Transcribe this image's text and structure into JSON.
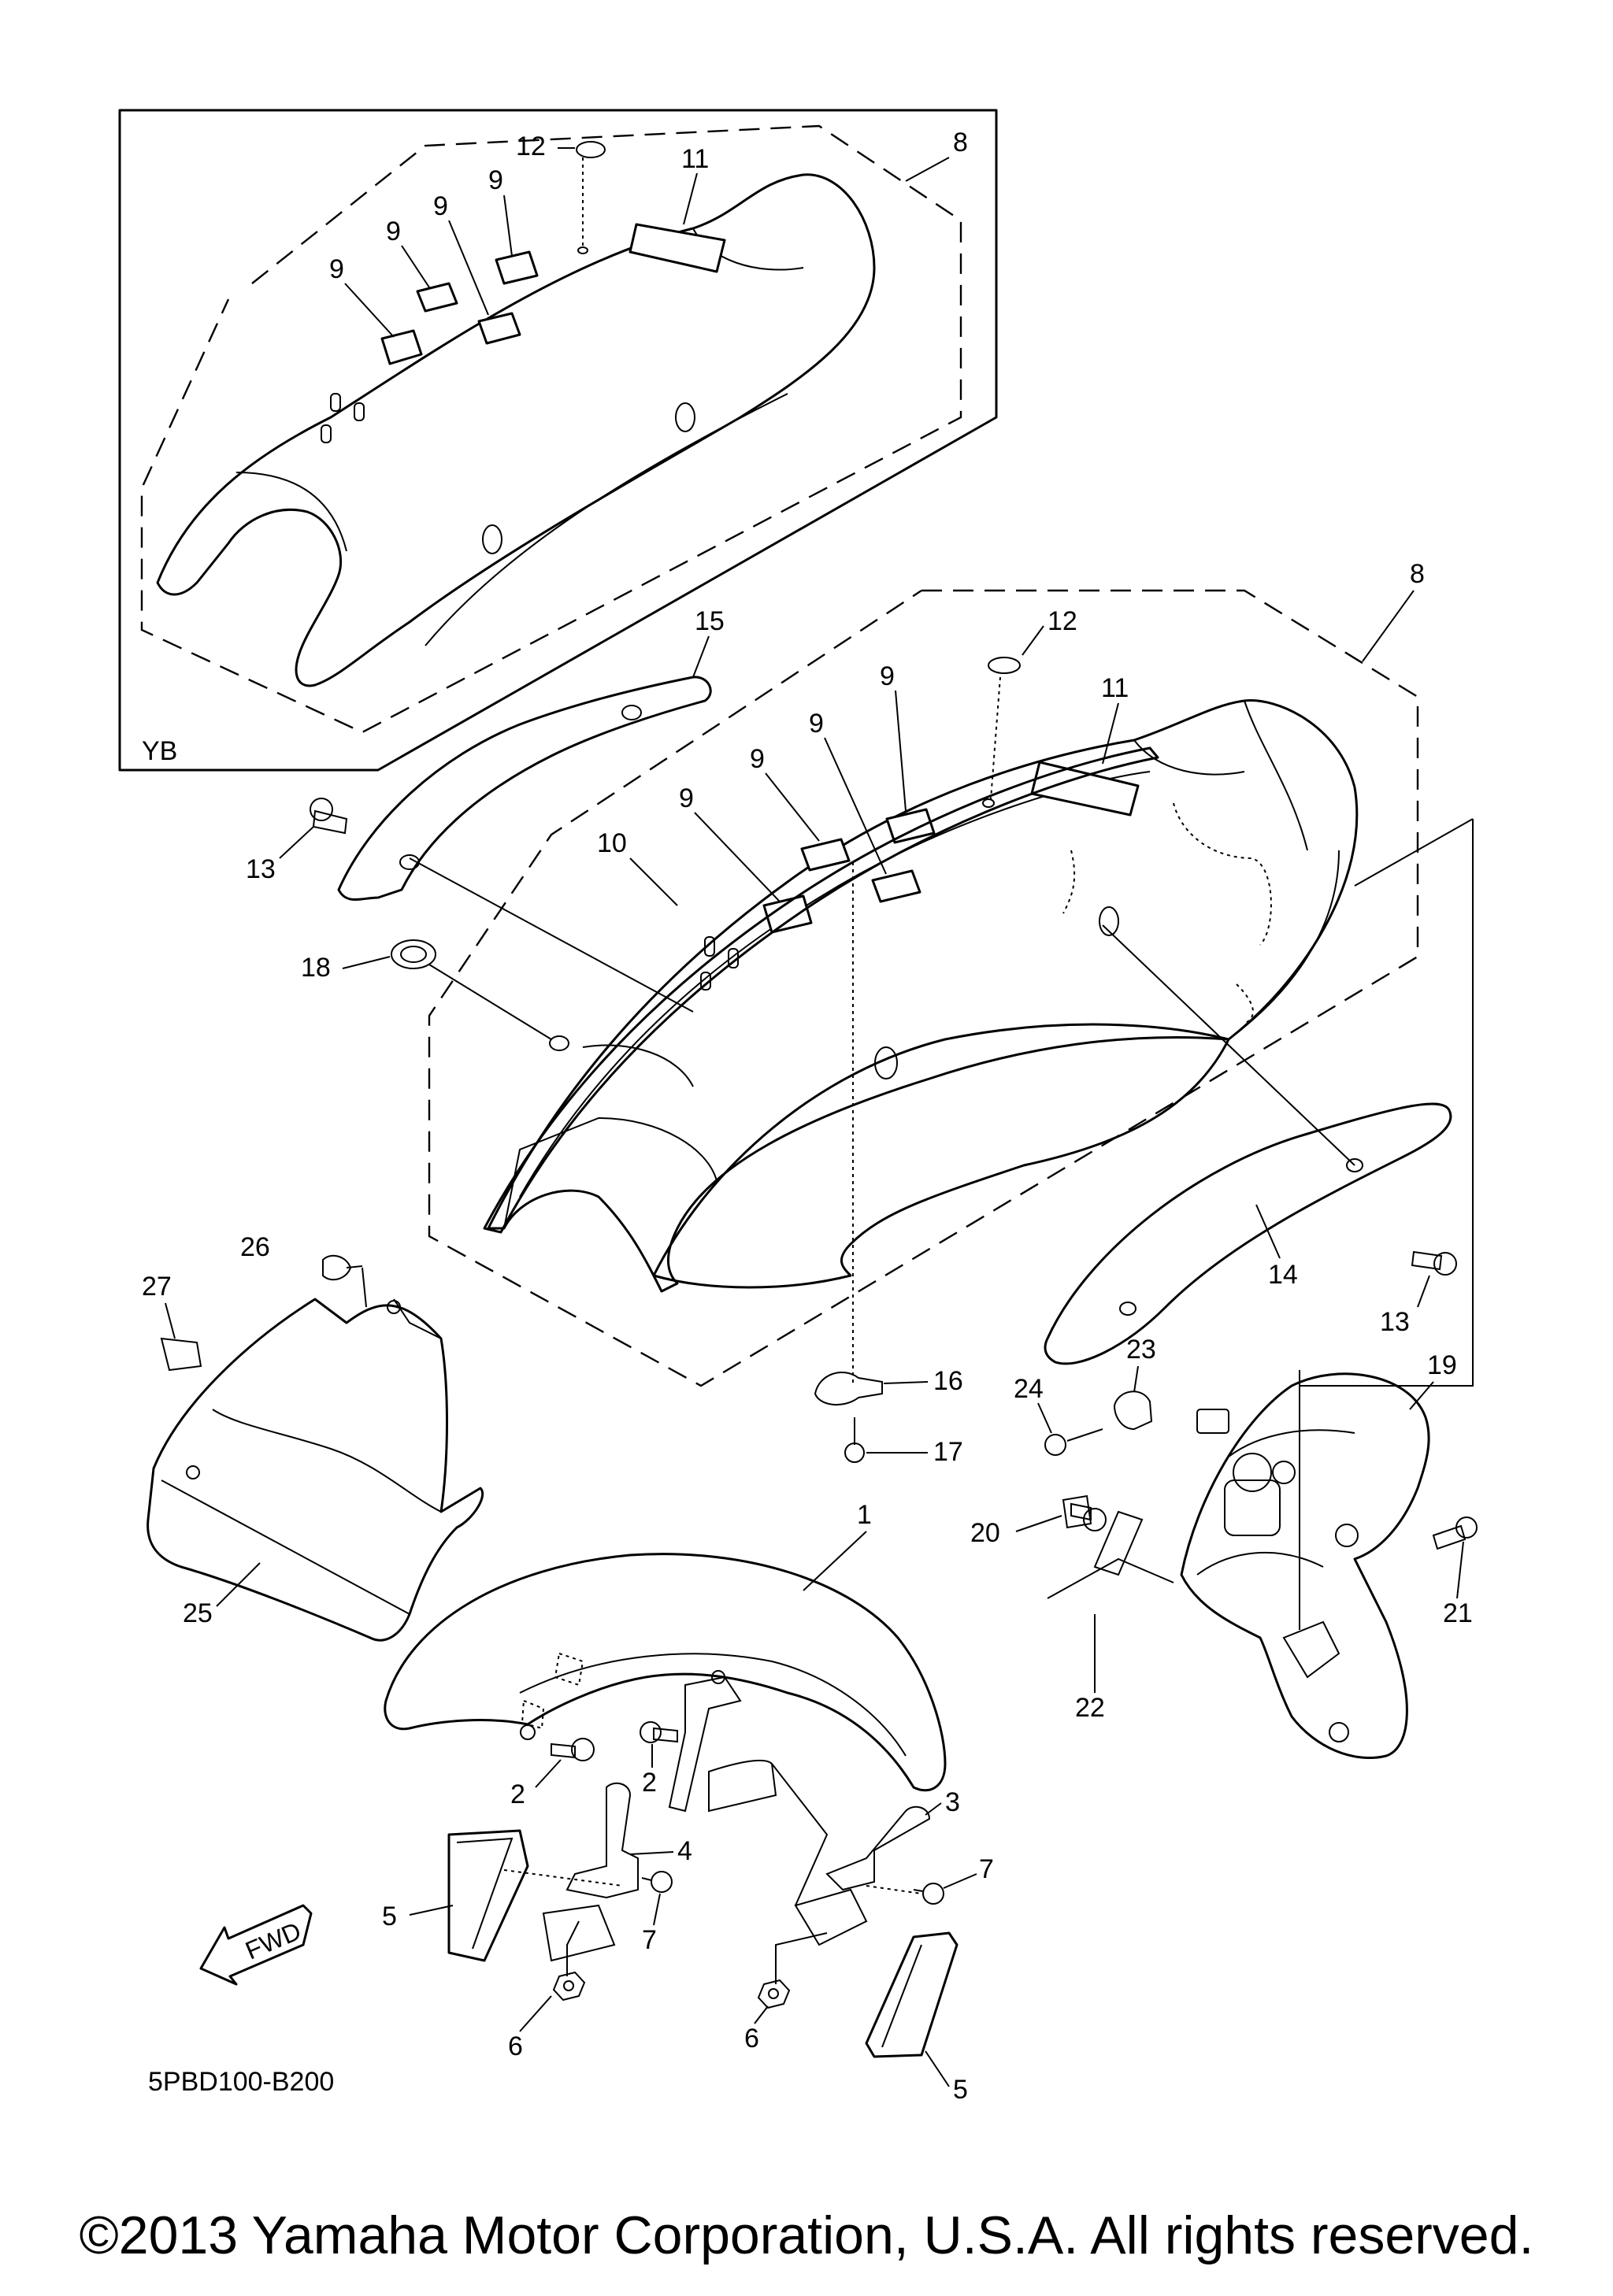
{
  "diagram": {
    "code": "5PBD100-B200",
    "inset_label": "YB",
    "fwd_label": "FWD",
    "copyright": "©2013 Yamaha Motor Corporation, U.S.A. All rights reserved.",
    "callouts": {
      "c8a": "8",
      "c12a": "12",
      "c11a": "11",
      "c9a1": "9",
      "c9a2": "9",
      "c9a3": "9",
      "c9a4": "9",
      "c8b": "8",
      "c12b": "12",
      "c11b": "11",
      "c15": "15",
      "c9b1": "9",
      "c9b2": "9",
      "c9b3": "9",
      "c9b4": "9",
      "c10": "10",
      "c13a": "13",
      "c18": "18",
      "c13b": "13",
      "c14": "14",
      "c26": "26",
      "c27": "27",
      "c25": "25",
      "c16": "16",
      "c17": "17",
      "c23": "23",
      "c24": "24",
      "c19": "19",
      "c20": "20",
      "c21": "21",
      "c22": "22",
      "c1": "1",
      "c2a": "2",
      "c2b": "2",
      "c3": "3",
      "c4": "4",
      "c5a": "5",
      "c5b": "5",
      "c6a": "6",
      "c6b": "6",
      "c7a": "7",
      "c7b": "7"
    }
  }
}
